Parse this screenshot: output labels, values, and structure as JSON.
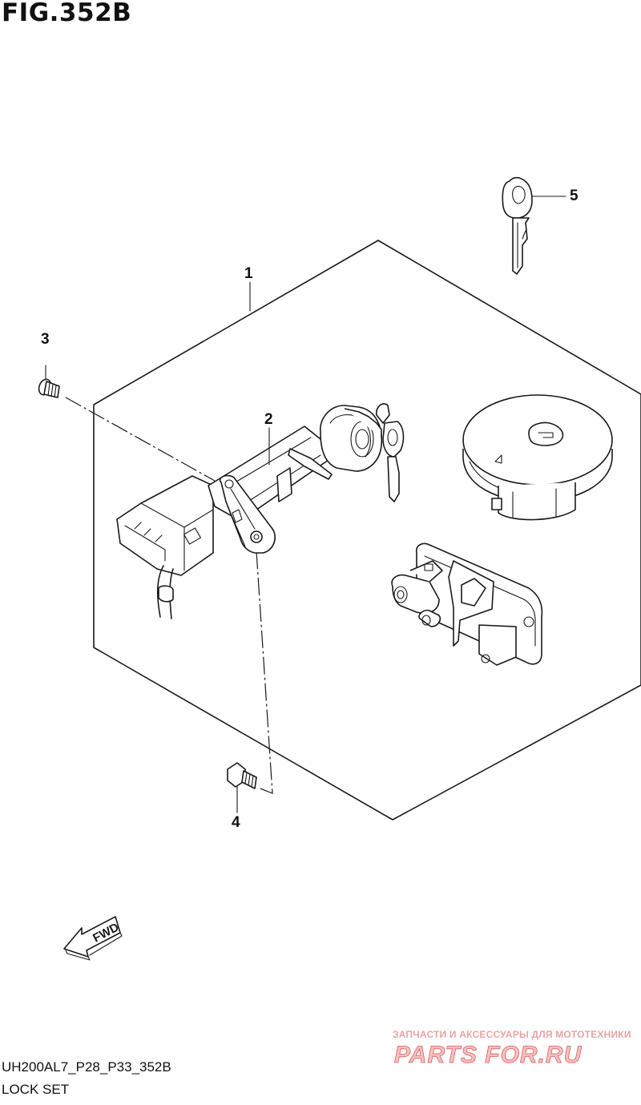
{
  "figure": {
    "title": "FIG.352B",
    "model_code": "UH200AL7_P28_P33_352B",
    "description": "LOCK SET"
  },
  "callouts": [
    {
      "number": "1",
      "part": "lock-set"
    },
    {
      "number": "2",
      "part": "ignition-switch"
    },
    {
      "number": "3",
      "part": "screw"
    },
    {
      "number": "4",
      "part": "bolt"
    },
    {
      "number": "5",
      "part": "key"
    }
  ],
  "fwd_label": "FWD",
  "watermark": {
    "tagline": "ЗАПЧАСТИ И АКСЕССУАРЫ ДЛЯ МОТОТЕХНИКИ",
    "logo": "PARTS FOR.RU"
  },
  "colors": {
    "line": "#1a1a1a",
    "watermark": "#e05a5a"
  }
}
